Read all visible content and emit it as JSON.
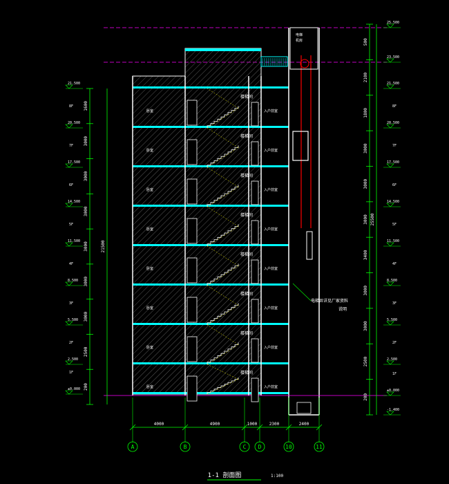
{
  "title": "1-1 剖面图",
  "scale": "1:100",
  "left_dimensions": {
    "segments": [
      "200",
      "2500",
      "3000",
      "3000",
      "3000",
      "3000",
      "3000",
      "3000",
      "1600"
    ],
    "total": "21500",
    "elevations": [
      "±0.000",
      "2.500",
      "5.500",
      "8.500",
      "11.500",
      "14.500",
      "17.500",
      "20.500",
      "21.500"
    ],
    "floor_labels": [
      "1F",
      "2F",
      "3F",
      "4F",
      "5F",
      "6F",
      "7F",
      "8F"
    ]
  },
  "right_dimensions": {
    "segments": [
      "200",
      "2500",
      "3000",
      "3000",
      "3400",
      "3000",
      "3000",
      "3000",
      "1800",
      "2100",
      "500"
    ],
    "total": "25500",
    "elevations": [
      "-1.400",
      "±0.000",
      "2.500",
      "5.500",
      "8.500",
      "11.500",
      "14.500",
      "17.500",
      "20.500",
      "21.500",
      "23.500",
      "25.500"
    ],
    "floor_labels": [
      "1F",
      "2F",
      "3F",
      "4F",
      "5F",
      "6F",
      "7F",
      "8F"
    ]
  },
  "bottom_dimensions": [
    "4000",
    "4900",
    "1000",
    "2300",
    "2400"
  ],
  "axis_labels": [
    "A",
    "B",
    "C",
    "D",
    "10",
    "11"
  ],
  "annotations": {
    "stair": "楼梯间",
    "entrance": "入户前室",
    "elevator_note_line1": "电梯井详见厂家资料",
    "elevator_note_line2": "说明",
    "machine_room_line1": "电梯",
    "machine_room_line2": "机房"
  },
  "room_label": "卧室",
  "colors": {
    "background": "#000000",
    "wall": "#ffffff",
    "axis": "#00ff00",
    "slab": "#00ffff",
    "hatch": "#888888",
    "stair": "#ffff00",
    "text": "#ffffff",
    "elevator": "#ff0000",
    "grid_top": "#ff00ff"
  }
}
